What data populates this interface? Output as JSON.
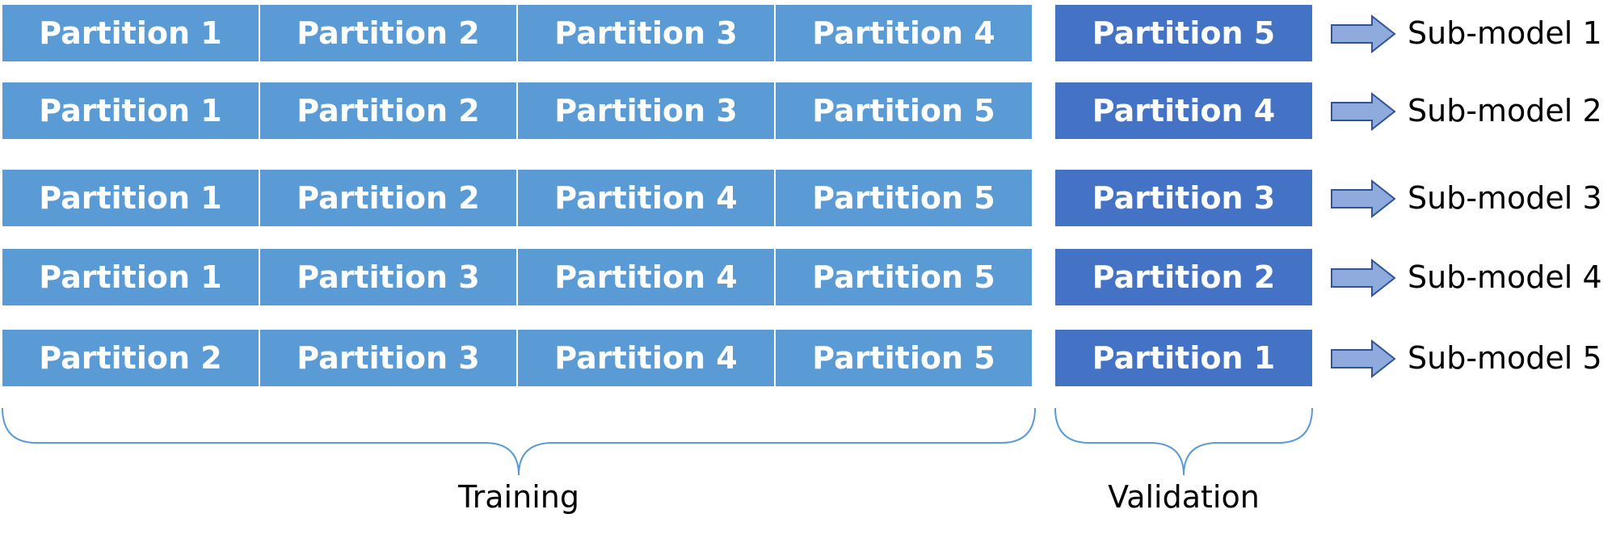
{
  "rows": [
    {
      "training": [
        "Partition 1",
        "Partition 2",
        "Partition 3",
        "Partition 4"
      ],
      "validation": "Partition 5",
      "model": "Sub-model 1"
    },
    {
      "training": [
        "Partition 1",
        "Partition 2",
        "Partition 3",
        "Partition 5"
      ],
      "validation": "Partition 4",
      "model": "Sub-model 2"
    },
    {
      "training": [
        "Partition 1",
        "Partition 2",
        "Partition 4",
        "Partition 5"
      ],
      "validation": "Partition 3",
      "model": "Sub-model 3"
    },
    {
      "training": [
        "Partition 1",
        "Partition 3",
        "Partition 4",
        "Partition 5"
      ],
      "validation": "Partition 2",
      "model": "Sub-model 4"
    },
    {
      "training": [
        "Partition 2",
        "Partition 3",
        "Partition 4",
        "Partition 5"
      ],
      "validation": "Partition 1",
      "model": "Sub-model 5"
    }
  ],
  "labels": {
    "training": "Training",
    "validation": "Validation"
  },
  "colors": {
    "training_cell": "#5b9bd5",
    "validation_cell": "#4472c4",
    "arrow_fill": "#8faadc",
    "arrow_stroke": "#2f5597",
    "brace": "#5b9bd5"
  },
  "icons": {
    "row_arrow": "right-arrow-icon",
    "group_brace": "curly-brace-icon"
  }
}
